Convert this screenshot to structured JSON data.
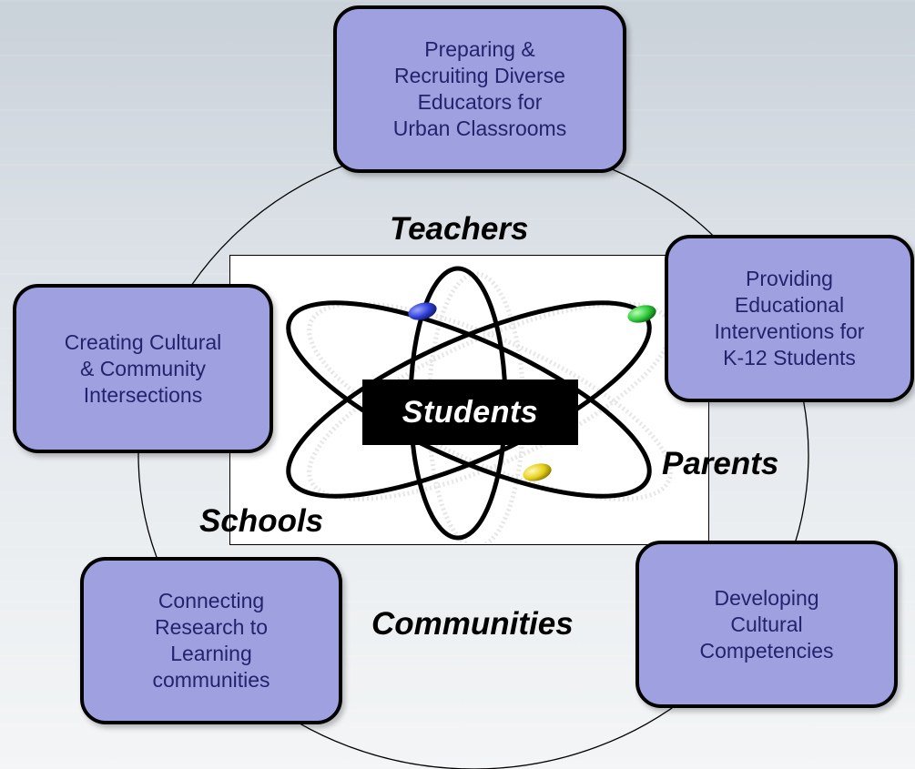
{
  "center": {
    "label": "Students"
  },
  "orbit_labels": {
    "teachers": "Teachers",
    "parents": "Parents",
    "schools": "Schools",
    "communities": "Communities"
  },
  "nodes": {
    "top": "Preparing &\nRecruiting Diverse\nEducators for\nUrban Classrooms",
    "right": "Providing\nEducational\nInterventions for\nK-12 Students",
    "left": "Creating Cultural\n& Community\nIntersections",
    "bottom_left": "Connecting\nResearch to\nLearning\ncommunities",
    "bottom_right": "Developing\nCultural\nCompetencies"
  },
  "colors": {
    "node_fill": "#9fa0e0",
    "node_text": "#23236d",
    "electron_blue": "#2f3fd8",
    "electron_green": "#2fc93a",
    "electron_yellow": "#e6cf1a"
  }
}
